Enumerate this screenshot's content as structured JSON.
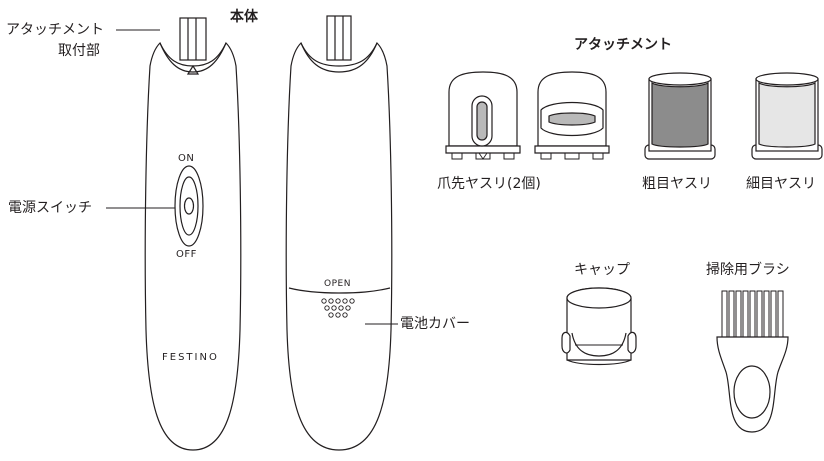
{
  "title": "本体",
  "attachments_title": "アタッチメント",
  "callouts": {
    "attachment_mount_line1": "アタッチメント",
    "attachment_mount_line2": "取付部",
    "power_switch": "電源スイッチ",
    "battery_cover": "電池カバー"
  },
  "device": {
    "on_label": "ON",
    "off_label": "OFF",
    "open_label": "OPEN",
    "brand": "FESTINO"
  },
  "attachments": {
    "nail_tip_file": "爪先ヤスリ(2個)",
    "coarse_file": "粗目ヤスリ",
    "fine_file": "細目ヤスリ",
    "cap": "キャップ",
    "cleaning_brush": "掃除用ブラシ"
  },
  "colors": {
    "outline": "#231f20",
    "coarse_roller": "#8c8c8c",
    "fine_roller": "#e6e6e6",
    "slot_fill": "#b9b9b9"
  }
}
